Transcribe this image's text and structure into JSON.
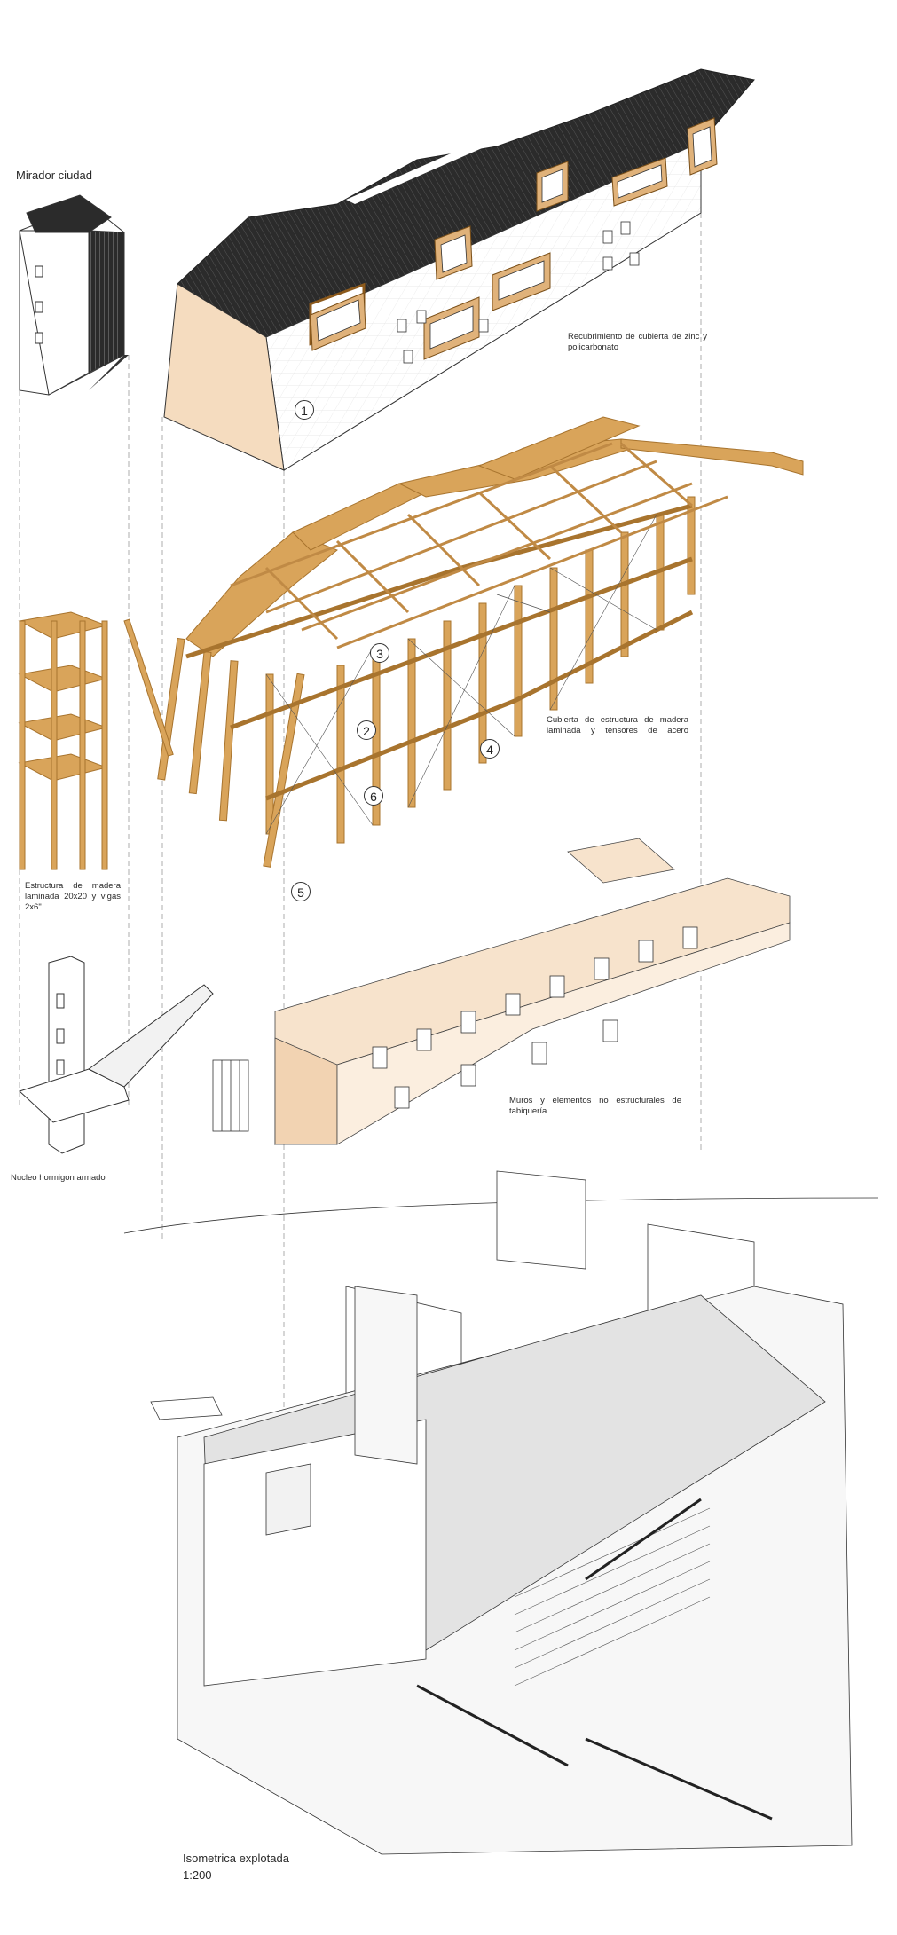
{
  "labels": {
    "mirador_title": "Mirador ciudad",
    "roof_note": "Recubrimiento de cubierta de zinc y policarbonato",
    "structure_note": "Cubierta de estructura de madera laminada y tensores de acero",
    "tower_structure_note": "Estructura de madera laminada 20x20 y vigas 2x6\"",
    "walls_note": "Muros y elementos no estructurales de tabiquería",
    "core_note": "Nucleo hormigon armado",
    "main_title": "Isometrica explotada",
    "scale": "1:200"
  },
  "callouts": [
    "1",
    "3",
    "2",
    "4",
    "6",
    "5"
  ],
  "colors": {
    "roof_dark": "#2b2b2b",
    "timber": "#d9a45a",
    "timber_dark": "#a8742e",
    "wall_tint": "#f7e3cc",
    "slab_gray": "#e3e3e3",
    "line": "#333333"
  }
}
